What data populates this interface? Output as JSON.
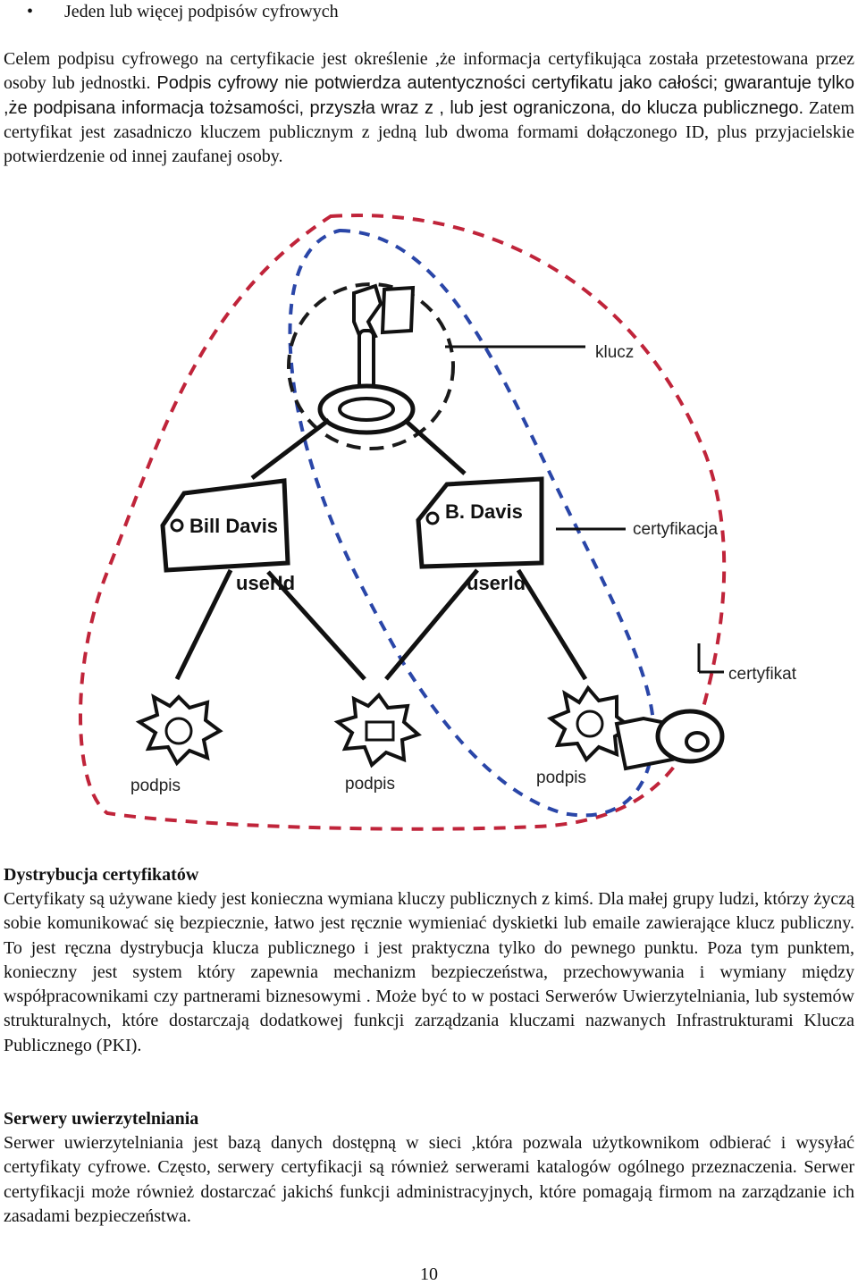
{
  "bullet": {
    "symbol": "•",
    "text": "Jeden lub więcej podpisów cyfrowych"
  },
  "intro": {
    "p1_serif": "Celem podpisu cyfrowego  na certyfikacie jest  określenie ,że informacja certyfikująca została przetestowana przez osoby lub jednostki.",
    "p1_sans": " Podpis cyfrowy nie potwierdza autentyczności certyfikatu jako całości; gwarantuje tylko ,że podpisana informacja tożsamości, przyszła wraz z , lub jest ograniczona, do klucza publicznego.",
    "p1_serif2": " Zatem certyfikat jest zasadniczo kluczem publicznym z jedną lub dwoma formami dołączonego ID, plus przyjacielskie potwierdzenie od innej zaufanej osoby."
  },
  "diagram": {
    "labels": {
      "klucz": "klucz",
      "certyfikacja": "certyfikacja",
      "certyfikat": "certyfikat",
      "tag_left": "Bill Davis",
      "tag_right": "B. Davis",
      "userid_left": "userId",
      "userid_right": "userId",
      "podpis_left": "podpis",
      "podpis_mid": "podpis",
      "podpis_right": "podpis"
    },
    "colors": {
      "red_dash": "#c0243a",
      "blue_dash": "#2a46a8",
      "black_dash": "#1a1a1a"
    }
  },
  "section1": {
    "heading": "Dystrybucja certyfikatów",
    "text": "Certyfikaty są używane kiedy jest konieczna wymiana kluczy publicznych z kimś. Dla małej grupy ludzi, którzy życzą sobie komunikować się bezpiecznie, łatwo jest ręcznie wymieniać dyskietki lub emaile zawierające klucz publiczny. To jest ręczna dystrybucja klucza publicznego i jest praktyczna tylko do pewnego punktu. Poza tym punktem, konieczny jest system który zapewnia mechanizm bezpieczeństwa, przechowywania i wymiany między współpracownikami czy partnerami biznesowymi . Może być to w postaci Serwerów Uwierzytelniania, lub systemów strukturalnych, które dostarczają dodatkowej funkcji zarządzania kluczami nazwanych Infrastrukturami Klucza Publicznego (PKI)."
  },
  "section2": {
    "heading": "Serwery uwierzytelniania",
    "text": "Serwer uwierzytelniania jest bazą danych dostępną w sieci ,która pozwala użytkownikom odbierać i wysyłać certyfikaty cyfrowe. Często,  serwery certyfikacji są również serwerami katalogów ogólnego przeznaczenia. Serwer certyfikacji może również dostarczać jakichś funkcji administracyjnych, które pomagają firmom na zarządzanie ich zasadami bezpieczeństwa."
  },
  "page_number": "10"
}
